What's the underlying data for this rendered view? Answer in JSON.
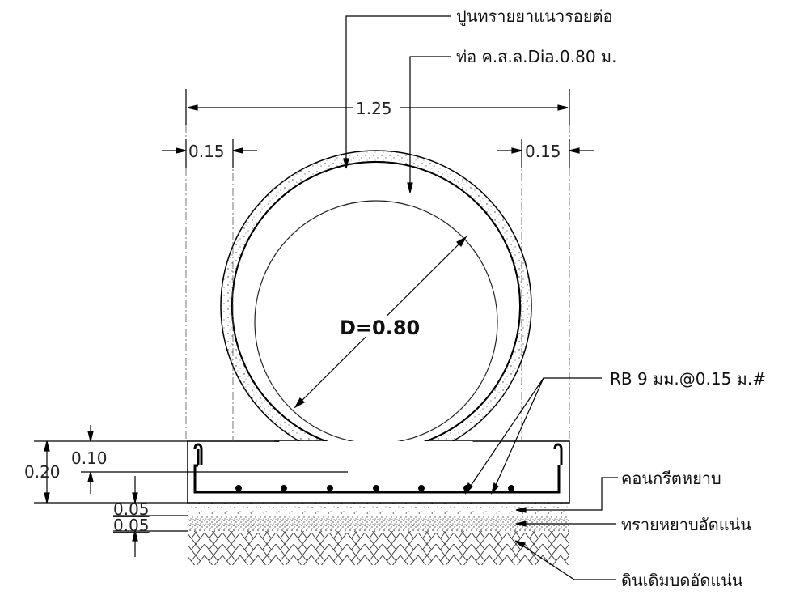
{
  "callouts": {
    "joint_mortar": "ปูนทรายยาแนวรอยต่อ",
    "pipe": "ท่อ ค.ส.ล.Dia.0.80 ม.",
    "rebar": "RB 9 มม.@0.15 ม.#",
    "lean_concrete": "คอนกรีตหยาบ",
    "compacted_sand": "ทรายหยาบอัดแน่น",
    "compacted_soil": "ดินเดิมบดอัดแน่น"
  },
  "dimensions": {
    "overall_width": "1.25",
    "left_clearance": "0.15",
    "right_clearance": "0.15",
    "base_total": "0.20",
    "base_slab": "0.10",
    "lean_layer": "0.05",
    "sand_layer": "0.05"
  },
  "pipe_label": "D=0.80",
  "colors": {
    "line": "#000000",
    "fine_line": "#444444",
    "fill_white": "#ffffff"
  }
}
